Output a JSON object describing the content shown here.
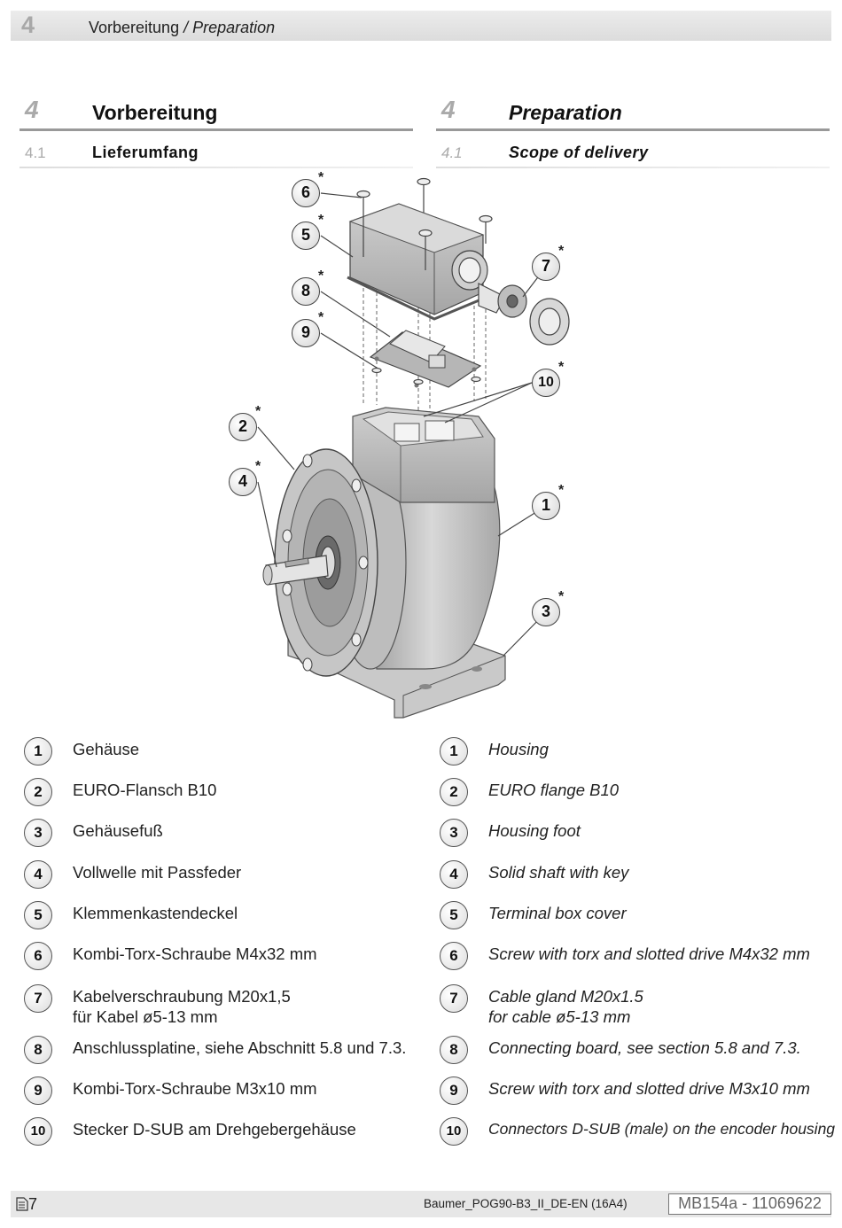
{
  "header": {
    "number": "4",
    "title_de": "Vorbereitung",
    "separator": " / ",
    "title_en": "Preparation"
  },
  "section_de": {
    "number": "4",
    "title": "Vorbereitung",
    "sub_number": "4.1",
    "sub_title": "Lieferumfang"
  },
  "section_en": {
    "number": "4",
    "title": "Preparation",
    "sub_number": "4.1",
    "sub_title": "Scope of delivery"
  },
  "figure": {
    "callouts": [
      {
        "n": "6",
        "mark": "*"
      },
      {
        "n": "5",
        "mark": "*"
      },
      {
        "n": "8",
        "mark": "*"
      },
      {
        "n": "9",
        "mark": "*"
      },
      {
        "n": "7",
        "mark": "*"
      },
      {
        "n": "10",
        "mark": "*"
      },
      {
        "n": "2",
        "mark": "*"
      },
      {
        "n": "4",
        "mark": "*"
      },
      {
        "n": "1",
        "mark": "*"
      },
      {
        "n": "3",
        "mark": "*"
      }
    ]
  },
  "legend_de": [
    {
      "n": "1",
      "lines": [
        "Gehäuse"
      ]
    },
    {
      "n": "2",
      "lines": [
        "EURO-Flansch B10"
      ]
    },
    {
      "n": "3",
      "lines": [
        "Gehäusefuß"
      ]
    },
    {
      "n": "4",
      "lines": [
        "Vollwelle mit Passfeder"
      ]
    },
    {
      "n": "5",
      "lines": [
        "Klemmenkastendeckel"
      ]
    },
    {
      "n": "6",
      "lines": [
        "Kombi-Torx-Schraube M4x32 mm"
      ]
    },
    {
      "n": "7",
      "lines": [
        "Kabelverschraubung M20x1,5",
        "für Kabel ø5-13 mm"
      ]
    },
    {
      "n": "8",
      "lines": [
        "Anschlussplatine, siehe Abschnitt 5.8 und 7.3."
      ]
    },
    {
      "n": "9",
      "lines": [
        "Kombi-Torx-Schraube M3x10 mm"
      ]
    },
    {
      "n": "10",
      "lines": [
        "Stecker D-SUB am Drehgebergehäuse"
      ]
    }
  ],
  "legend_en": [
    {
      "n": "1",
      "lines": [
        "Housing"
      ]
    },
    {
      "n": "2",
      "lines": [
        "EURO flange B10"
      ]
    },
    {
      "n": "3",
      "lines": [
        "Housing foot"
      ]
    },
    {
      "n": "4",
      "lines": [
        "Solid shaft with key"
      ]
    },
    {
      "n": "5",
      "lines": [
        "Terminal box cover"
      ]
    },
    {
      "n": "6",
      "lines": [
        "Screw with torx and slotted drive M4x32 mm"
      ]
    },
    {
      "n": "7",
      "lines": [
        "Cable gland M20x1.5",
        "for cable ø5-13 mm"
      ]
    },
    {
      "n": "8",
      "lines": [
        "Connecting board, see section 5.8 and 7.3."
      ]
    },
    {
      "n": "9",
      "lines": [
        "Screw with torx and slotted drive M3x10 mm"
      ]
    },
    {
      "n": "10",
      "lines": [
        "Connectors D-SUB (male) on the encoder housing"
      ]
    }
  ],
  "footer": {
    "page": "7",
    "document": "Baumer_POG90-B3_II_DE-EN  (16A4)",
    "code": "MB154a - 11069622"
  }
}
